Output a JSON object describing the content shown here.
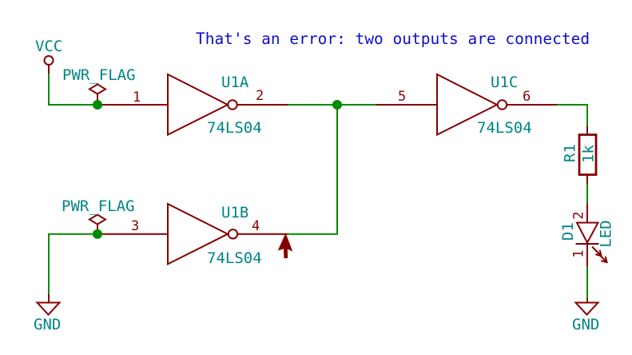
{
  "note": {
    "text": "That's an error: two outputs are connected"
  },
  "power": {
    "vcc": "VCC",
    "gnd_left": "GND",
    "gnd_right": "GND",
    "pwr_flag_top": "PWR_FLAG",
    "pwr_flag_bottom": "PWR_FLAG"
  },
  "gates": [
    {
      "ref": "U1A",
      "value": "74LS04",
      "pin_in": "1",
      "pin_out": "2"
    },
    {
      "ref": "U1B",
      "value": "74LS04",
      "pin_in": "3",
      "pin_out": "4"
    },
    {
      "ref": "U1C",
      "value": "74LS04",
      "pin_in": "5",
      "pin_out": "6"
    }
  ],
  "resistor": {
    "ref": "R1",
    "value": "1k"
  },
  "diode": {
    "ref": "D1",
    "value": "LED",
    "pin_top": "2",
    "pin_bottom": "1"
  },
  "colors": {
    "wire": "#008a00",
    "device": "#840000",
    "field": "#008484",
    "note": "#0e0ec8",
    "background": "#ffffff"
  }
}
